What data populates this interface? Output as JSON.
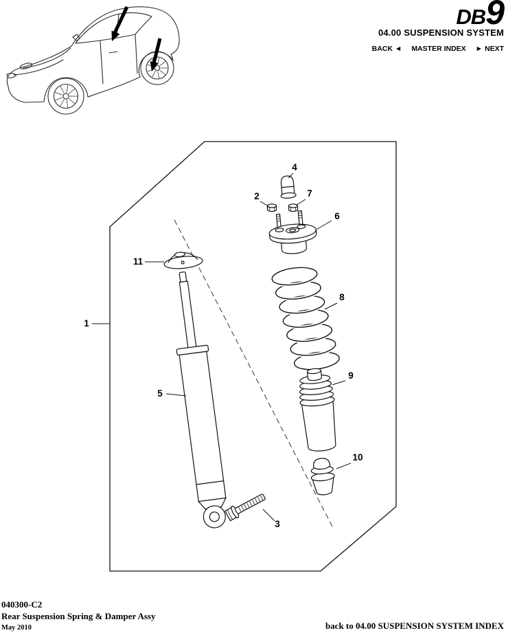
{
  "colors": {
    "ink": "#000000",
    "paper": "#ffffff"
  },
  "header": {
    "logo_db": "DB",
    "logo_9": "9",
    "section_title": "04.00 SUSPENSION SYSTEM",
    "nav": {
      "back_label": "BACK",
      "back_icon": "◄",
      "master_index_label": "MASTER INDEX",
      "next_icon": "►",
      "next_label": "NEXT"
    }
  },
  "diagram": {
    "callouts": [
      {
        "label": "1"
      },
      {
        "label": "2"
      },
      {
        "label": "3"
      },
      {
        "label": "4"
      },
      {
        "label": "5"
      },
      {
        "label": "6"
      },
      {
        "label": "7"
      },
      {
        "label": "8"
      },
      {
        "label": "9"
      },
      {
        "label": "10"
      },
      {
        "label": "11"
      }
    ]
  },
  "footer": {
    "document_number": "040300-C2",
    "assembly_title": "Rear Suspension Spring & Damper Assy",
    "date": "May 2010",
    "index_link_label": "back to 04.00 SUSPENSION SYSTEM INDEX"
  }
}
